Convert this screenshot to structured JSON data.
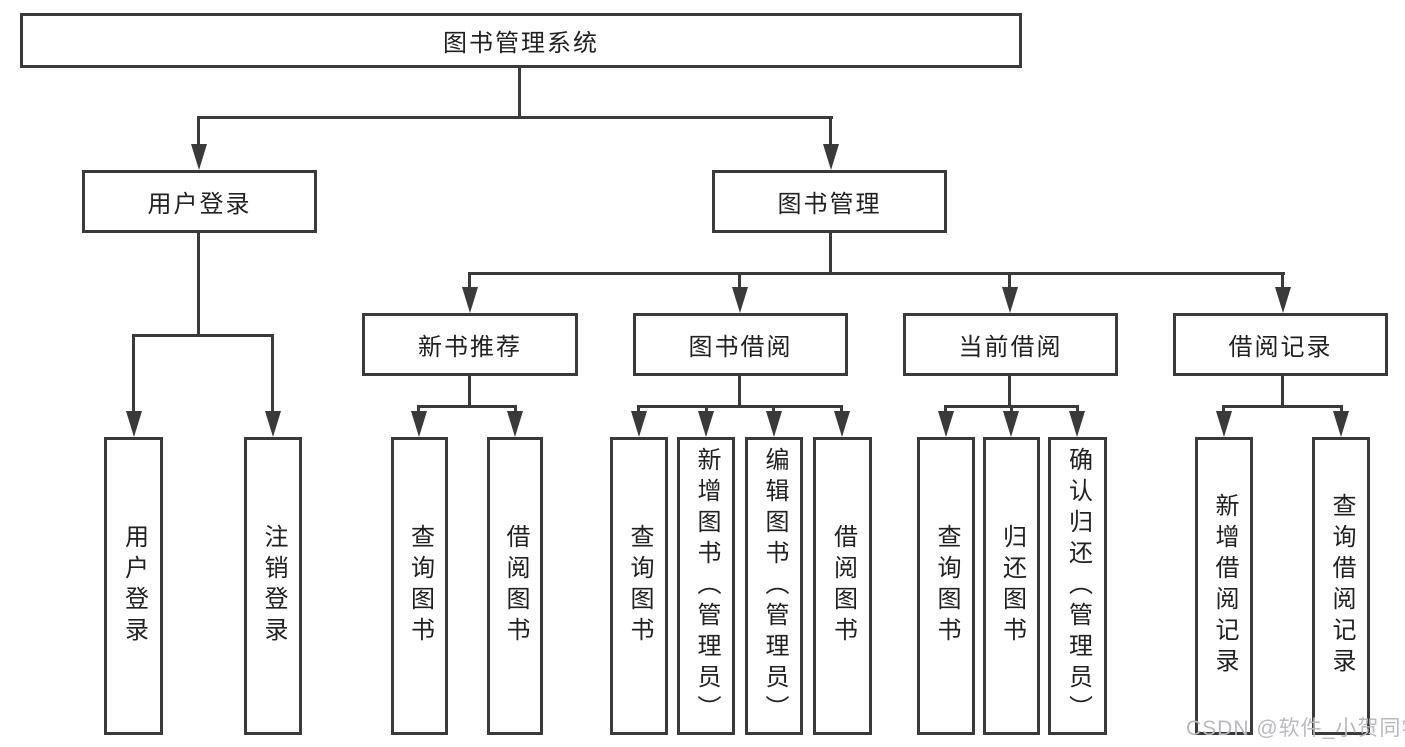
{
  "diagram": {
    "type": "hierarchy-tree",
    "title": "图书管理系统",
    "watermark": "CSDN @软件_小贺同学",
    "colors": {
      "line": "#3a3a3a",
      "box_border": "#3a3a3a",
      "text": "#212121",
      "background": "#ffffff",
      "watermark": "#b9babe"
    }
  },
  "nodes": {
    "system": {
      "label": "图书管理系统"
    },
    "user_login": {
      "label": "用户登录"
    },
    "book_mgmt": {
      "label": "图书管理"
    },
    "new_book_rec": {
      "label": "新书推荐"
    },
    "book_borrow": {
      "label": "图书借阅"
    },
    "current_borrow": {
      "label": "当前借阅"
    },
    "borrow_records": {
      "label": "借阅记录"
    },
    "ul_user_login": {
      "label": "用户登录"
    },
    "ul_logout": {
      "label": "注销登录"
    },
    "nbr_query": {
      "label": "查询图书"
    },
    "nbr_borrow": {
      "label": "借阅图书"
    },
    "bb_query": {
      "label": "查询图书"
    },
    "bb_add": {
      "label": "新增图书（管理员）"
    },
    "bb_edit": {
      "label": "编辑图书（管理员）"
    },
    "bb_borrow": {
      "label": "借阅图书"
    },
    "cb_query": {
      "label": "查询图书"
    },
    "cb_return": {
      "label": "归还图书"
    },
    "cb_confirm": {
      "label": "确认归还（管理员）"
    },
    "br_add": {
      "label": "新增借阅记录"
    },
    "br_query": {
      "label": "查询借阅记录"
    }
  },
  "hierarchy": {
    "图书管理系统": {
      "用户登录": [
        "用户登录",
        "注销登录"
      ],
      "图书管理": {
        "新书推荐": [
          "查询图书",
          "借阅图书"
        ],
        "图书借阅": [
          "查询图书",
          "新增图书（管理员）",
          "编辑图书（管理员）",
          "借阅图书"
        ],
        "当前借阅": [
          "查询图书",
          "归还图书",
          "确认归还（管理员）"
        ],
        "借阅记录": [
          "新增借阅记录",
          "查询借阅记录"
        ]
      }
    }
  }
}
